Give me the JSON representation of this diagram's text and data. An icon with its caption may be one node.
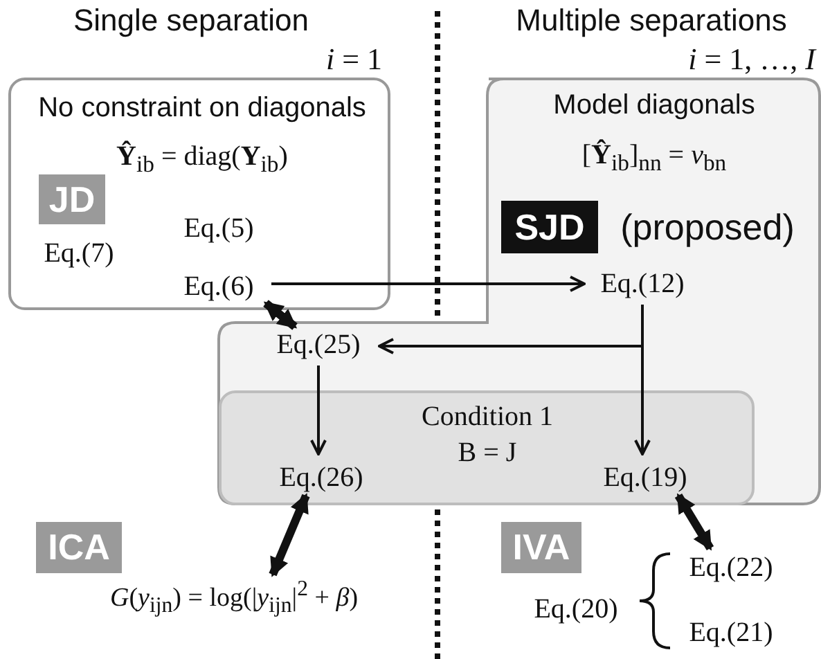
{
  "diagram": {
    "nodes": [
      {
        "text": [
          "No constraint on diagonals",
          "**Ŷ**$_{ib}$ = diag(**Y**$_{ib}$)"
        ]
      },
      {
        "text": [
          "JD"
        ],
        "in": 0
      },
      {
        "text": [
          "Eq.(7)"
        ],
        "in": 0
      },
      {
        "text": [
          "Eq.(5)"
        ],
        "in": 0
      },
      {
        "text": [
          "Eq.(6)"
        ],
        "in": 0
      },
      {
        "text": [
          "Model diagonals",
          "[**Ŷ**$_{ib}$]$_{nn}$ = *v*$_{bn}$"
        ]
      },
      {
        "text": [
          "SJD"
        ],
        "in": 5,
        "beside": [
          "(proposed)"
        ]
      },
      {
        "text": [
          "Eq.(12)"
        ],
        "in": 5
      },
      {
        "text": [
          "Eq.(25)"
        ],
        "in": 5
      },
      {
        "text": [
          "Condition 1",
          "B = J"
        ],
        "in": 5
      },
      {
        "text": [
          "Eq.(26)"
        ],
        "in": 9
      },
      {
        "text": [
          "Eq.(19)"
        ],
        "in": 9
      },
      {
        "text": [
          "ICA"
        ]
      },
      {
        "text": [
          "*G*(*y*$_{ijn}$) = log(|*y*$_{ijn}$|$^{2}$ + *β*)"
        ]
      },
      {
        "text": [
          "IVA"
        ]
      },
      {
        "text": [
          "Eq.(20)"
        ]
      },
      {
        "text": [
          "Eq.(22)"
        ]
      },
      {
        "text": [
          "Eq.(21)"
        ]
      }
    ],
    "edges": [
      {
        "from": 4,
        "to": 7,
        "arrow": "to"
      },
      {
        "from": 4,
        "to": 8,
        "arrow": "both",
        "style": "thick"
      },
      {
        "from": 7,
        "to": 8,
        "arrow": "to"
      },
      {
        "from": 7,
        "to": 11,
        "arrow": "to"
      },
      {
        "from": 8,
        "to": 10,
        "arrow": "to"
      },
      {
        "from": 10,
        "to": 13,
        "arrow": "both",
        "style": "thick"
      },
      {
        "from": 11,
        "to": 16,
        "arrow": "both",
        "style": "thick"
      }
    ],
    "labels": [
      "Single separation",
      "*i* = 1",
      "Multiple separations",
      "*i* = 1, …, *I*"
    ]
  }
}
